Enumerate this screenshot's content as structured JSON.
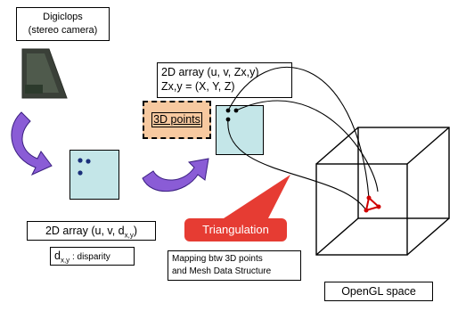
{
  "camera": {
    "title": "Digiclops",
    "subtitle": "(stereo camera)"
  },
  "left_array": {
    "main": "2D array (u, v, d",
    "sub": "x,y",
    "close": ")"
  },
  "disparity": {
    "sym": "d",
    "sub": "x,y",
    "text": " : disparity"
  },
  "right_array": {
    "line1": "2D array (u, v, Zx,y)",
    "line2": "Zx,y = (X, Y, Z)"
  },
  "points_label": "3D points",
  "triangulation_label": "Triangulation",
  "mapping": {
    "line1": "Mapping btw 3D points",
    "line2": "and Mesh Data Structure"
  },
  "opengl_label": "OpenGL space",
  "colors": {
    "square_fill": "#c4e6e8",
    "arrow_fill": "#8a5cd6",
    "points_fill": "#f7c9a0",
    "triangulation": "#e63c33",
    "dot": "#1a2f7a"
  }
}
